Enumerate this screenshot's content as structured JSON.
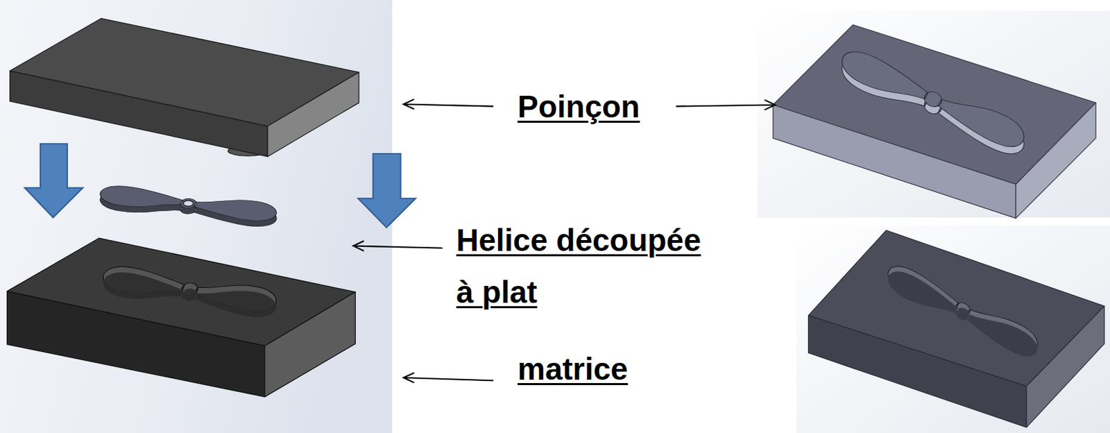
{
  "diagram": {
    "labels": [
      "Poinçon",
      "Helice découpée à plat",
      "matrice"
    ]
  }
}
